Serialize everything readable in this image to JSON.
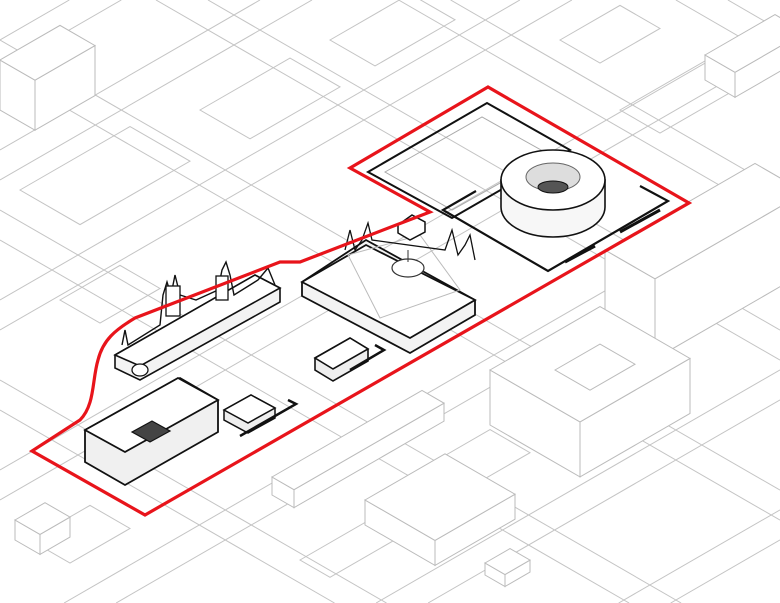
{
  "drawing": {
    "type": "axonometric site plan",
    "colors": {
      "boundary": "#e8141b",
      "context_lines": "#c4c4c4",
      "highlight_lines": "#111111",
      "fill": "#ffffff",
      "shade": "#f0f0f0"
    },
    "features": [
      "site-boundary",
      "hirshhorn-ring-building",
      "arts-and-industries-building",
      "castle-building",
      "square-courtyard-building",
      "context-blocks"
    ]
  }
}
